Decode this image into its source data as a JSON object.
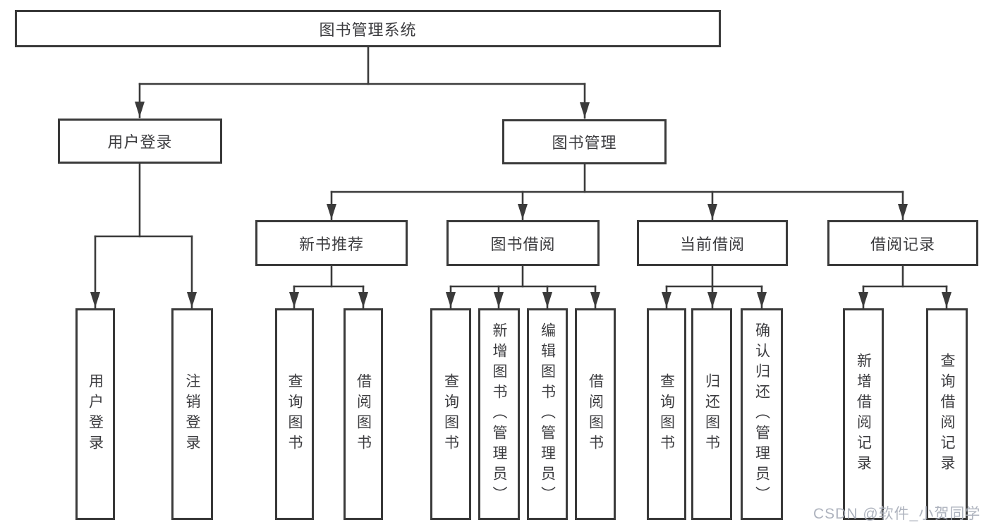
{
  "diagram": {
    "root": {
      "label": "图书管理系统"
    },
    "branches": [
      {
        "label": "用户登录",
        "children": [
          {
            "label": "用户登录"
          },
          {
            "label": "注销登录"
          }
        ]
      },
      {
        "label": "图书管理",
        "sections": [
          {
            "label": "新书推荐",
            "children": [
              {
                "label": "查询图书"
              },
              {
                "label": "借阅图书"
              }
            ]
          },
          {
            "label": "图书借阅",
            "children": [
              {
                "label": "查询图书"
              },
              {
                "label": "新增图书（管理员）"
              },
              {
                "label": "编辑图书（管理员）"
              },
              {
                "label": "借阅图书"
              }
            ]
          },
          {
            "label": "当前借阅",
            "children": [
              {
                "label": "查询图书"
              },
              {
                "label": "归还图书"
              },
              {
                "label": "确认归还（管理员）"
              }
            ]
          },
          {
            "label": "借阅记录",
            "children": [
              {
                "label": "新增借阅记录"
              },
              {
                "label": "查询借阅记录"
              }
            ]
          }
        ]
      }
    ]
  },
  "watermark": {
    "text": "CSDN @软件_小贺同学"
  },
  "colors": {
    "line": "#3b3b3b",
    "text": "#3d3d40",
    "background": "#ffffff",
    "watermark": "#aaafba"
  }
}
